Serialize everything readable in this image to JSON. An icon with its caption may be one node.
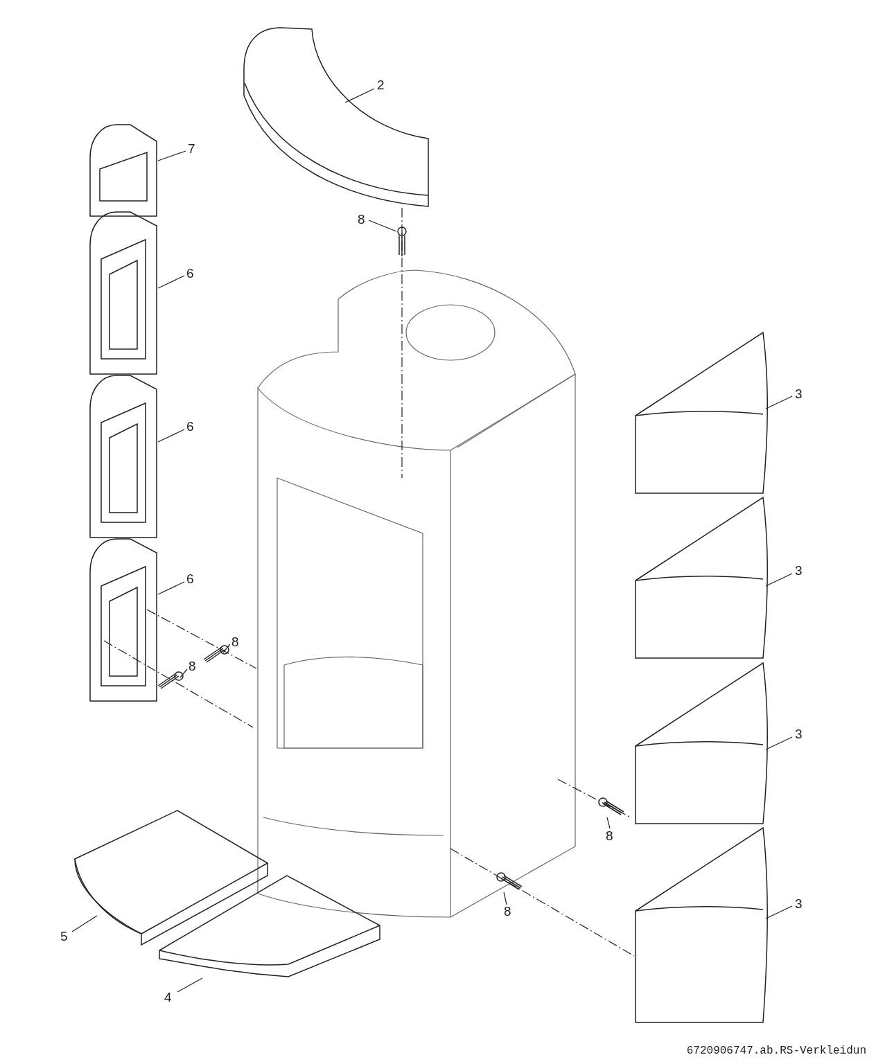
{
  "diagram": {
    "nodes": [
      {
        "text": [
          "2"
        ]
      },
      {
        "text": [],
        "shape": "picture"
      },
      {
        "text": [
          "7"
        ]
      },
      {
        "text": [],
        "shape": "picture"
      },
      {
        "text": [
          "6"
        ]
      },
      {
        "text": [],
        "shape": "picture"
      },
      {
        "text": [
          "6"
        ]
      },
      {
        "text": [],
        "shape": "picture"
      },
      {
        "text": [
          "6"
        ]
      },
      {
        "text": [],
        "shape": "picture"
      },
      {
        "text": [
          "8"
        ]
      },
      {
        "text": [],
        "shape": "picture"
      },
      {
        "text": [
          "3"
        ]
      },
      {
        "text": [],
        "shape": "picture"
      },
      {
        "text": [
          "3"
        ]
      },
      {
        "text": [],
        "shape": "picture"
      },
      {
        "text": [
          "3"
        ]
      },
      {
        "text": [],
        "shape": "picture"
      },
      {
        "text": [
          "3"
        ]
      },
      {
        "text": [],
        "shape": "picture"
      },
      {
        "text": [
          "8"
        ]
      },
      {
        "text": [],
        "shape": "picture"
      },
      {
        "text": [
          "8"
        ]
      },
      {
        "text": [],
        "shape": "picture"
      },
      {
        "text": [
          "8"
        ]
      },
      {
        "text": [],
        "shape": "picture"
      },
      {
        "text": [
          "8"
        ]
      },
      {
        "text": [],
        "shape": "picture"
      },
      {
        "text": [
          "5"
        ]
      },
      {
        "text": [],
        "shape": "picture"
      },
      {
        "text": [
          "4"
        ]
      },
      {
        "text": [],
        "shape": "picture"
      }
    ],
    "edges": [
      {
        "from": 0,
        "to": 1,
        "arrow": "none"
      },
      {
        "from": 2,
        "to": 3,
        "arrow": "none"
      },
      {
        "from": 4,
        "to": 5,
        "arrow": "none"
      },
      {
        "from": 6,
        "to": 7,
        "arrow": "none"
      },
      {
        "from": 8,
        "to": 9,
        "arrow": "none"
      },
      {
        "from": 10,
        "to": 11,
        "arrow": "none"
      },
      {
        "from": 12,
        "to": 13,
        "arrow": "none"
      },
      {
        "from": 14,
        "to": 15,
        "arrow": "none"
      },
      {
        "from": 16,
        "to": 17,
        "arrow": "none"
      },
      {
        "from": 18,
        "to": 19,
        "arrow": "none"
      },
      {
        "from": 20,
        "to": 21,
        "arrow": "none"
      },
      {
        "from": 22,
        "to": 23,
        "arrow": "none"
      },
      {
        "from": 24,
        "to": 25,
        "arrow": "none"
      },
      {
        "from": 26,
        "to": 27,
        "arrow": "none"
      },
      {
        "from": 28,
        "to": 29,
        "arrow": "none"
      },
      {
        "from": 30,
        "to": 31,
        "arrow": "none"
      }
    ],
    "labels": [
      "6720906747.ab.RS-Verkleidun"
    ]
  }
}
